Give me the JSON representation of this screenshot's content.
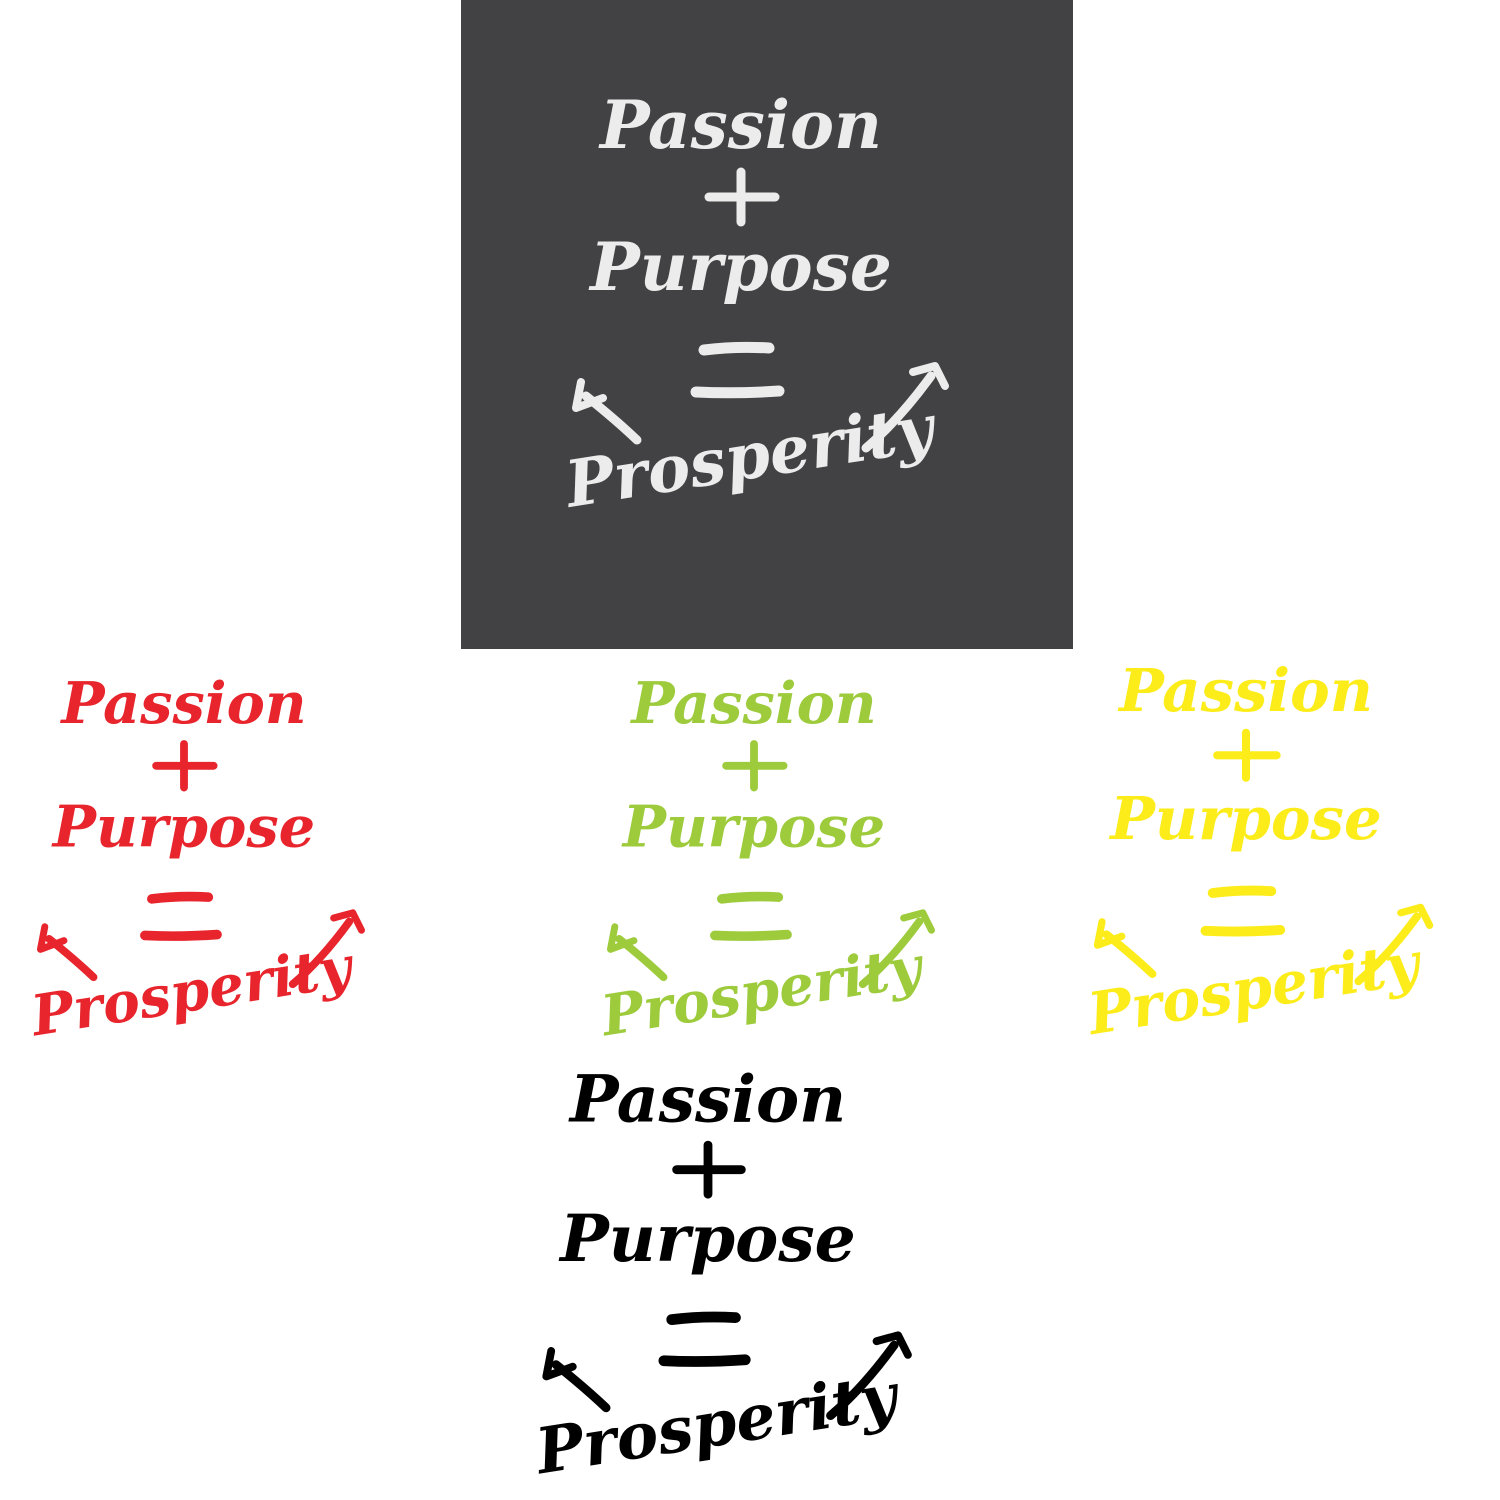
{
  "logo": {
    "line1": "Passion",
    "operator1": "+",
    "line2": "Purpose",
    "operator2": "=",
    "line3": "Prosperity"
  },
  "panel_color": "#424244",
  "variants": [
    {
      "id": "dark",
      "ink": "#ececec"
    },
    {
      "id": "red",
      "ink": "#e8242c"
    },
    {
      "id": "green",
      "ink": "#9dcb3c"
    },
    {
      "id": "yellow",
      "ink": "#fcec1a"
    },
    {
      "id": "black",
      "ink": "#000000"
    }
  ]
}
